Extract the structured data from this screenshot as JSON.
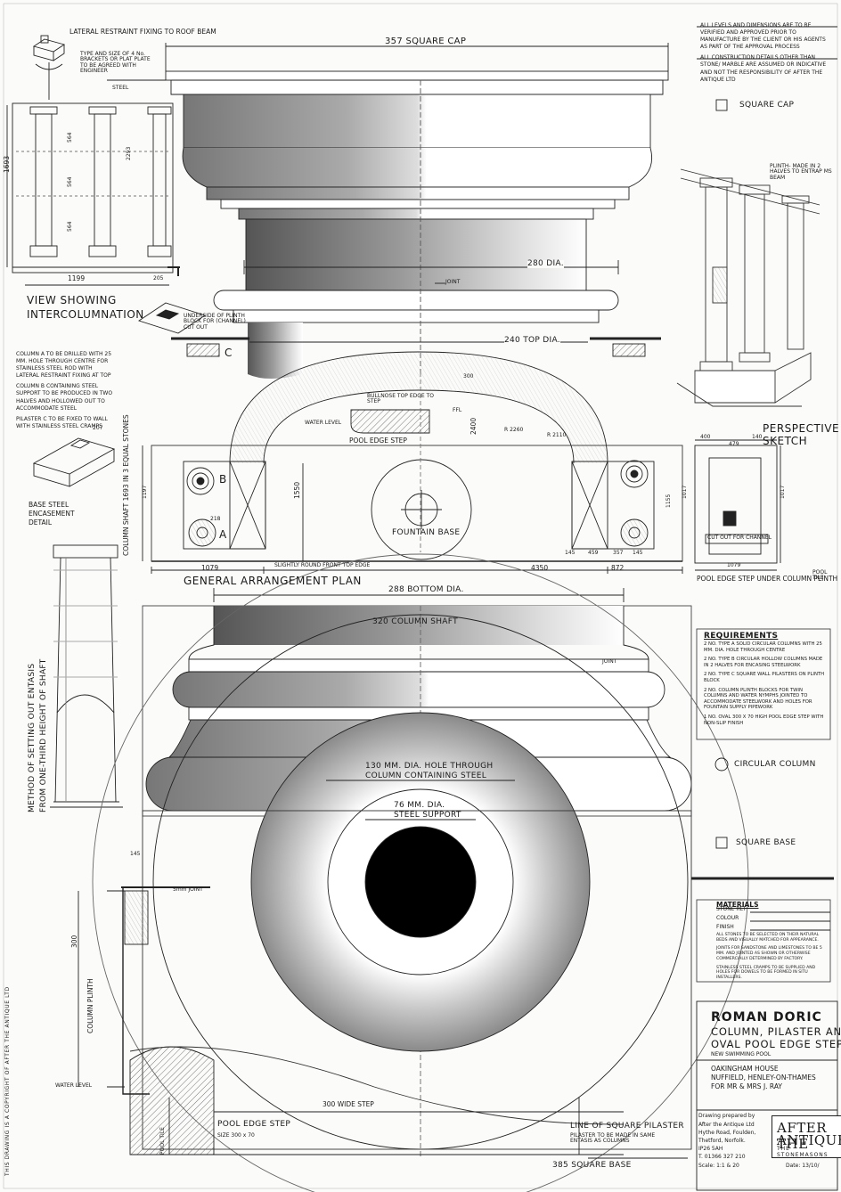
{
  "top_labels": {
    "lateral_restraint": "LATERAL RESTRAINT FIXING TO ROOF BEAM",
    "bracket_note": "TYPE AND SIZE OF 4 No. BRACKETS OR PLAT PLATE TO BE AGREED WITH ENGINEER",
    "steel": "STEEL",
    "square_cap_dim": "357 SQUARE CAP",
    "dia_280": "280 DIA.",
    "top_dia_240": "240 TOP DIA.",
    "joint": "JOINT",
    "view_intercolumnation": "VIEW SHOWING INTERCOLUMNATION",
    "underside_note": "UNDERSIDE OF PLINTH BLOCK FOR (CHANNEL) CUT OUT",
    "dim_1199": "1199",
    "dim_1693": "1693",
    "dim_564a": "564",
    "dim_564b": "564",
    "dim_564c": "564",
    "dim_2293": "2293",
    "dim_205": "205"
  },
  "general_notes": [
    "ALL LEVELS AND DIMENSIONS ARE TO BE VERIFIED AND APPROVED PRIOR TO MANUFACTURE BY THE CLIENT OR HIS AGENTS AS PART OF THE APPROVAL PROCESS",
    "ALL CONSTRUCTION DETAILS OTHER THAN STONE/ MARBLE ARE ASSUMED OR INDICATIVE AND NOT THE RESPONSIBILITY OF AFTER THE ANTIQUE LTD"
  ],
  "column_notes": [
    "COLUMN A TO BE DRILLED WITH 25 MM. HOLE THROUGH CENTRE FOR STAINLESS STEEL ROD WITH LATERAL RESTRAINT FIXING AT TOP",
    "COLUMN B CONTAINING STEEL SUPPORT TO BE PRODUCED IN TWO HALVES AND HOLLOWED OUT TO ACCOMMODATE STEEL",
    "PILASTER C TO BE FIXED TO WALL WITH STAINLESS STEEL CRAMPS"
  ],
  "legend": {
    "square_cap": "SQUARE CAP",
    "circular_column": "CIRCULAR COLUMN",
    "square_base": "SQUARE BASE"
  },
  "perspective": {
    "title": "PERSPECTIVE SKETCH",
    "plinth_note": "PLINTH- MADE IN 2 HALVES TO ENTRAP MS BEAM"
  },
  "plan": {
    "title": "GENERAL ARRANGEMENT PLAN",
    "fountain": "FOUNTAIN BASE",
    "pool_edge_step": "POOL EDGE STEP",
    "bullnose": "BULLNOSE TOP EDGE TO STEP",
    "water_level": "WATER LEVEL",
    "ffl": "FFL",
    "label_a": "A",
    "label_b": "B",
    "label_c": "C",
    "slightly_round": "SLIGHTLY ROUND FRONT TOP EDGE",
    "column_shaft": "COLUMN SHAFT 1693 IN 3 EQUAL STONES",
    "dim_1079a": "1079",
    "dim_4350": "4350",
    "dim_872": "872",
    "dim_1550": "1550",
    "dim_2400": "2400",
    "dim_1197": "1197",
    "dim_1155": "1155",
    "dim_1017a": "1017",
    "dim_1017b": "1017",
    "dim_1079b": "1079",
    "dim_300": "300",
    "dim_400": "400",
    "dim_479": "479",
    "dim_140": "140",
    "dim_145a": "145",
    "dim_145b": "145",
    "dim_459": "459",
    "dim_357": "357",
    "dim_218": "218",
    "r_2260": "R 2260",
    "r_2110": "R 2110",
    "cut_out": "CUT OUT FOR CHANNEL",
    "step_under_plinth": "POOL EDGE STEP UNDER COLUMN PLINTH",
    "pool_tile": "POOL TILE"
  },
  "base_steel": {
    "title": "BASE STEEL ENCASEMENT DETAIL",
    "dim_207": "207"
  },
  "entasis": "METHOD OF SETTING OUT ENTASIS FROM ONE-THIRD HEIGHT OF SHAFT",
  "base_view": {
    "bottom_dia": "288 BOTTOM DIA.",
    "shaft": "320 COLUMN SHAFT",
    "joint": "JOINT",
    "hole_line1": "130 MM. DIA. HOLE THROUGH",
    "hole_line2": "COLUMN CONTAINING STEEL",
    "steel_line1": "76 MM. DIA.",
    "steel_line2": "STEEL SUPPORT",
    "dim_145": "145",
    "joint_5mm": "5mm JOINT",
    "column_plinth": "COLUMN PLINTH",
    "dim_300": "300",
    "water_level": "WATER LEVEL",
    "pool_edge_step": "POOL EDGE STEP",
    "step_size": "SIZE 300 x 70",
    "pool_tile": "POOL TILE",
    "wide_step": "300 WIDE STEP",
    "line_pilaster": "LINE OF SQUARE PILASTER",
    "pilaster_note": "PILASTER TO BE MADE IN SAME ENTASIS AS COLUMNS",
    "square_base": "385 SQUARE BASE"
  },
  "requirements": {
    "title": "REQUIREMENTS",
    "items": [
      "2 NO. TYPE A SOLID CIRCULAR COLUMNS WITH 25 MM. DIA. HOLE THROUGH CENTRE",
      "2 NO. TYPE B CIRCULAR HOLLOW COLUMNS MADE IN 2 HALVES FOR ENCASING STEELWORK",
      "2 NO. TYPE C SQUARE WALL PILASTERS ON PLINTH BLOCK",
      "2 NO. COLUMN PLINTH BLOCKS FOR TWIN COLUMNS AND WATER NYMPHS JOINTED TO ACCOMMODATE STEELWORK AND HOLES FOR FOUNTAIN SUPPLY PIPEWORK",
      "1 NO. OVAL 300 X 70 HIGH POOL EDGE STEP WITH NON-SLIP FINISH"
    ]
  },
  "materials": {
    "title": "MATERIALS",
    "stone_ref": "STONE REF",
    "colour": "COLOUR",
    "finish": "FINISH",
    "notes": [
      "ALL STONES TO BE SELECTED ON THEIR NATURAL BEDS AND VISUALLY MATCHED FOR APPEARANCE.",
      "JOINTS FOR SANDSTONE AND LIMESTONES TO BE 5 MM. AND JOINTED AS SHOWN OR OTHERWISE COMMERCIALLY DETERMINED BY FACTORY.",
      "STAINLESS STEEL CRAMPS TO BE SUPPLIED AND HOLES FOR DOWELS TO BE FORMED IN SITU INSTALLERS."
    ]
  },
  "title_block": {
    "title": "ROMAN DORIC",
    "subtitle1": "COLUMN, PILASTER AND",
    "subtitle2": "OVAL POOL EDGE STEP",
    "project": "NEW SWIMMING POOL",
    "addr1": "OAKINGHAM HOUSE",
    "addr2": "NUFFIELD, HENLEY-ON-THAMES",
    "addr3": "FOR MR & MRS J. RAY",
    "prepared_by": "Drawing prepared by",
    "company": "After the Antique Ltd",
    "road": "Hythe Road, Foulden,",
    "town": "Thetford, Norfolk.",
    "postcode": "IP26 5AH",
    "tel": "T. 01366 327 210",
    "scale": "Scale: 1:1 & 20",
    "date": "Date: 13/10/",
    "logo_l1": "AFTER THE",
    "logo_l2": "ANTIQUE",
    "logo_l3": "THE STONEMASONS"
  },
  "copyright": "THIS DRAWING IS A COPYRIGHT OF AFTER THE ANTIQUE LTD"
}
